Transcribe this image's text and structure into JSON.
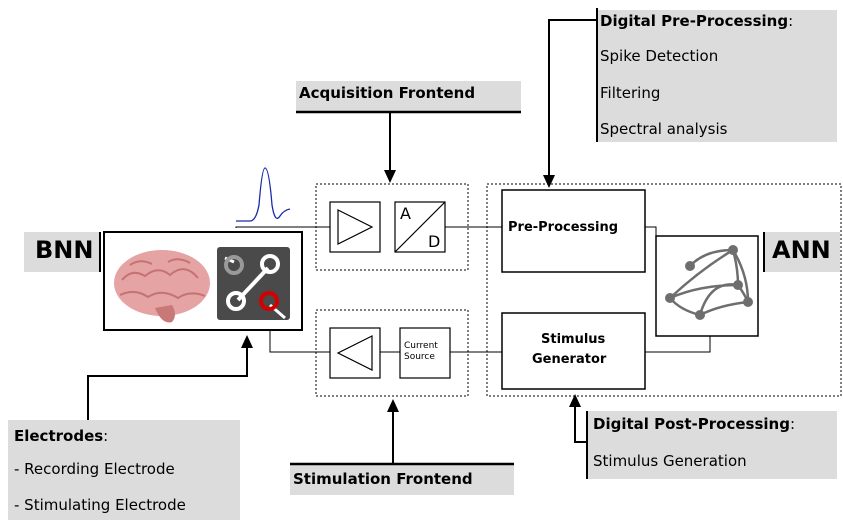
{
  "bnn_label": "BNN",
  "ann_label": "ANN",
  "acquisition": {
    "title": "Acquisition Frontend",
    "ad_a": "A",
    "ad_d": "D"
  },
  "stimulation": {
    "title": "Stimulation Frontend",
    "current_source_line1": "Current",
    "current_source_line2": "Source"
  },
  "pre_processing_label": "Pre-Processing",
  "stimulus_generator_line1": "Stimulus",
  "stimulus_generator_line2": "Generator",
  "digital_pre": {
    "title": "Digital Pre-Processing",
    "colon": ":",
    "items": [
      "Spike Detection",
      "Filtering",
      "Spectral analysis"
    ]
  },
  "digital_post": {
    "title": "Digital Post-Processing",
    "colon": ":",
    "items": [
      "Stimulus Generation"
    ]
  },
  "electrodes": {
    "title": "Electrodes",
    "colon": ":",
    "items": [
      "- Recording Electrode",
      "- Stimulating Electrode"
    ]
  },
  "colors": {
    "label_bg": "#dcdcdc",
    "spike": "#1a2aa8",
    "brain": "#e6a3a3",
    "electrode_bg": "#4a4a4a",
    "electrode_red": "#d40000",
    "ann_node": "#6e6e6e"
  }
}
